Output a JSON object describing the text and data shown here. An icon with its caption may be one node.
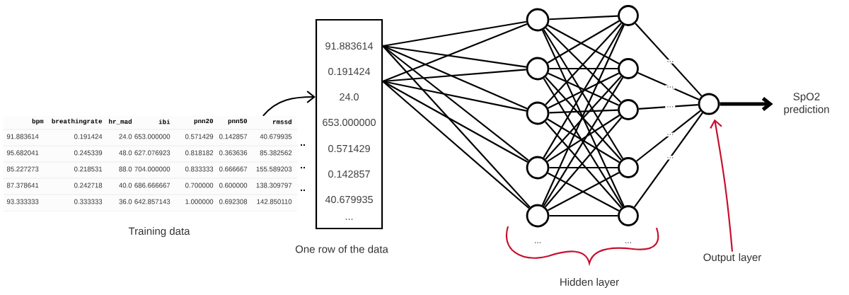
{
  "diagram": {
    "nodes": [
      {
        "text": [],
        "shape": "table"
      },
      {
        "text": [
          "91.883614",
          "0.191424",
          "24.0",
          "653.000000",
          "0.571429",
          "0.142857",
          "40.679935",
          "..."
        ]
      },
      {
        "text": [],
        "shape": "circle"
      },
      {
        "text": [],
        "shape": "circle"
      },
      {
        "text": [],
        "shape": "circle"
      },
      {
        "text": [],
        "shape": "circle"
      },
      {
        "text": [],
        "shape": "circle"
      },
      {
        "text": [],
        "shape": "circle"
      },
      {
        "text": [],
        "shape": "circle"
      },
      {
        "text": [],
        "shape": "circle"
      },
      {
        "text": [],
        "shape": "circle"
      },
      {
        "text": [],
        "shape": "circle"
      },
      {
        "text": [],
        "shape": "circle"
      },
      {
        "text": [
          "SpO2 prediction"
        ]
      },
      {
        "text": [
          "Output layer"
        ]
      }
    ],
    "edges": [
      {
        "from": 0,
        "to": 1,
        "arrow": "to"
      },
      {
        "from": 1,
        "to": 2,
        "arrow": "none"
      },
      {
        "from": 1,
        "to": 3,
        "arrow": "none"
      },
      {
        "from": 1,
        "to": 4,
        "arrow": "none"
      },
      {
        "from": 1,
        "to": 5,
        "arrow": "none"
      },
      {
        "from": 1,
        "to": 6,
        "arrow": "none"
      },
      {
        "from": 1,
        "to": 2,
        "arrow": "none"
      },
      {
        "from": 1,
        "to": 3,
        "arrow": "none"
      },
      {
        "from": 1,
        "to": 4,
        "arrow": "none"
      },
      {
        "from": 1,
        "to": 5,
        "arrow": "none"
      },
      {
        "from": 1,
        "to": 6,
        "arrow": "none"
      },
      {
        "from": 2,
        "to": 7,
        "arrow": "none"
      },
      {
        "from": 2,
        "to": 8,
        "arrow": "none"
      },
      {
        "from": 2,
        "to": 9,
        "arrow": "none"
      },
      {
        "from": 2,
        "to": 10,
        "arrow": "none"
      },
      {
        "from": 2,
        "to": 11,
        "arrow": "none"
      },
      {
        "from": 3,
        "to": 7,
        "arrow": "none"
      },
      {
        "from": 3,
        "to": 8,
        "arrow": "none"
      },
      {
        "from": 3,
        "to": 9,
        "arrow": "none"
      },
      {
        "from": 3,
        "to": 10,
        "arrow": "none"
      },
      {
        "from": 3,
        "to": 11,
        "arrow": "none"
      },
      {
        "from": 4,
        "to": 7,
        "arrow": "none"
      },
      {
        "from": 4,
        "to": 8,
        "arrow": "none"
      },
      {
        "from": 4,
        "to": 9,
        "arrow": "none"
      },
      {
        "from": 4,
        "to": 10,
        "arrow": "none"
      },
      {
        "from": 4,
        "to": 11,
        "arrow": "none"
      },
      {
        "from": 5,
        "to": 7,
        "arrow": "none"
      },
      {
        "from": 5,
        "to": 8,
        "arrow": "none"
      },
      {
        "from": 5,
        "to": 9,
        "arrow": "none"
      },
      {
        "from": 5,
        "to": 10,
        "arrow": "none"
      },
      {
        "from": 5,
        "to": 11,
        "arrow": "none"
      },
      {
        "from": 6,
        "to": 7,
        "arrow": "none"
      },
      {
        "from": 6,
        "to": 8,
        "arrow": "none"
      },
      {
        "from": 6,
        "to": 9,
        "arrow": "none"
      },
      {
        "from": 6,
        "to": 10,
        "arrow": "none"
      },
      {
        "from": 6,
        "to": 11,
        "arrow": "none"
      },
      {
        "from": 7,
        "to": 12,
        "arrow": "none",
        "label": "..."
      },
      {
        "from": 8,
        "to": 12,
        "arrow": "none",
        "label": "..."
      },
      {
        "from": 9,
        "to": 12,
        "arrow": "none",
        "label": "..."
      },
      {
        "from": 10,
        "to": 12,
        "arrow": "none",
        "label": "..."
      },
      {
        "from": 11,
        "to": 12,
        "arrow": "none",
        "label": "..."
      },
      {
        "from": 12,
        "to": 13,
        "arrow": "to",
        "style": "thick"
      },
      {
        "from": 14,
        "to": 12,
        "arrow": "to",
        "color": "#c8102e"
      }
    ],
    "labels": [
      "bpm",
      "breathingrate",
      "hr_mad",
      "ibi",
      "pnn20",
      "pnn50",
      "rmssd",
      "91.883614",
      "0.191424",
      "24.0",
      "653.000000",
      "0.571429",
      "0.142857",
      "40.679935",
      "95.682041",
      "0.245339",
      "48.0",
      "627.076923",
      "0.818182",
      "0.363636",
      "85.382562",
      "85.227273",
      "0.218531",
      "88.0",
      "704.000000",
      "0.833333",
      "0.666667",
      "155.589203",
      "87.378641",
      "0.242718",
      "40.0",
      "686.666667",
      "0.700000",
      "0.600000",
      "138.309797",
      "93.333333",
      "0.333333",
      "36.0",
      "642.857143",
      "1.000000",
      "0.692308",
      "142.850110",
      "..",
      "..",
      "..",
      "...",
      "...",
      "Hidden layer",
      "Training data",
      "One row of the data"
    ]
  }
}
